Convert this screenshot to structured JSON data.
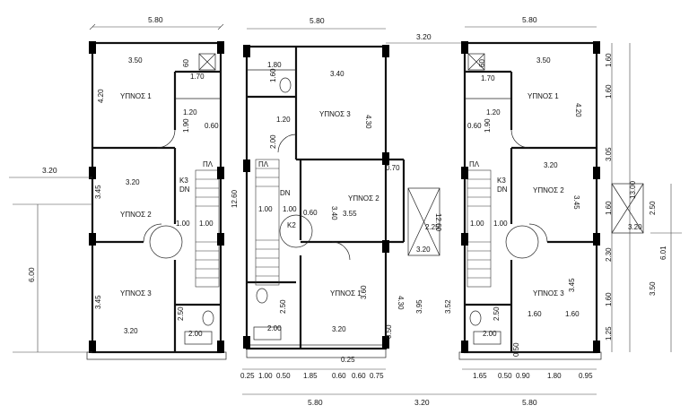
{
  "dimensions": {
    "top_5_80": "5.80",
    "top_3_20": "3.20",
    "left_3_20": "3.20",
    "left_6_00": "6.00",
    "p1": {
      "d350": "3.50",
      "d60": "60",
      "d170": "1.70",
      "d420": "4.20",
      "d120": "1.20",
      "d190": "1.90",
      "d060": "0.60",
      "d345a": "3.45",
      "d320a": "3.20",
      "d100a": "1.00",
      "d100b": "1.00",
      "d345b": "3.45",
      "d320b": "3.20",
      "d250": "2.50",
      "d200": "2.00"
    },
    "p2": {
      "d180": "1.80",
      "d160": "1.60",
      "d340": "3.40",
      "d430a": "4.30",
      "d120": "1.20",
      "d200a": "2.00",
      "d1260": "12.60",
      "d070": "0.70",
      "d100a": "1.00",
      "d100b": "1.00",
      "d060": "0.60",
      "d340b": "3.40",
      "d355": "3.55",
      "d250": "2.50",
      "d360": "3.60",
      "d200b": "2.00",
      "d320": "3.20",
      "d025": "0.25",
      "d050": "0.50",
      "d430b": "4.30",
      "d1260b": "12.60",
      "d225": "2.25",
      "d320b": "3.20",
      "d395": "3.95",
      "d352": "3.52"
    },
    "p3": {
      "d350": "3.50",
      "d60": "60",
      "d170": "1.70",
      "d420": "4.20",
      "d120": "1.20",
      "d190": "1.90",
      "d060": "0.60",
      "d320a": "3.20",
      "d345": "3.45",
      "d100a": "1.00",
      "d100b": "1.00",
      "d250": "2.50",
      "d160a": "1.60",
      "d160b": "1.60",
      "d345b": "3.45",
      "d200": "2.00",
      "d050": "0.50"
    },
    "right": {
      "d160a": "1.60",
      "d160b": "1.60",
      "d305": "3.05",
      "d160c": "1.60",
      "d230": "2.30",
      "d160d": "1.60",
      "d125": "1.25",
      "d1300": "13.00",
      "d250": "2.50",
      "d320": "3.20",
      "d601": "6.01",
      "d350": "3.50"
    },
    "bottom": {
      "b1": "0.25",
      "b2": "1.00",
      "b3": "0.50",
      "b4": "1.85",
      "b5": "0.60",
      "b6": "0.60",
      "b7": "0.75",
      "b8": "5.80",
      "b9": "3.20",
      "c1": "1.65",
      "c2": "0.50",
      "c3": "0.90",
      "c4": "1.80",
      "c5": "0.95",
      "c6": "5.80"
    }
  },
  "rooms": {
    "p1_r1": "ΥΠΝΟΣ 1",
    "p1_r2": "ΥΠΝΟΣ 2",
    "p1_r3": "ΥΠΝΟΣ 3",
    "p1_pl": "ΠΛ",
    "p1_k3": "K3",
    "p1_dn": "DN",
    "p2_r3": "ΥΠΝΟΣ 3",
    "p2_r2": "ΥΠΝΟΣ 2",
    "p2_r1": "ΥΠΝΟΣ 1",
    "p2_pl": "ΠΛ",
    "p2_dn": "DN",
    "p2_k2": "K2",
    "p3_r1": "ΥΠΝΟΣ 1",
    "p3_r2": "ΥΠΝΟΣ 2",
    "p3_r3": "ΥΠΝΟΣ 3",
    "p3_pl": "ΠΛ",
    "p3_k3": "K3",
    "p3_dn": "DN"
  }
}
